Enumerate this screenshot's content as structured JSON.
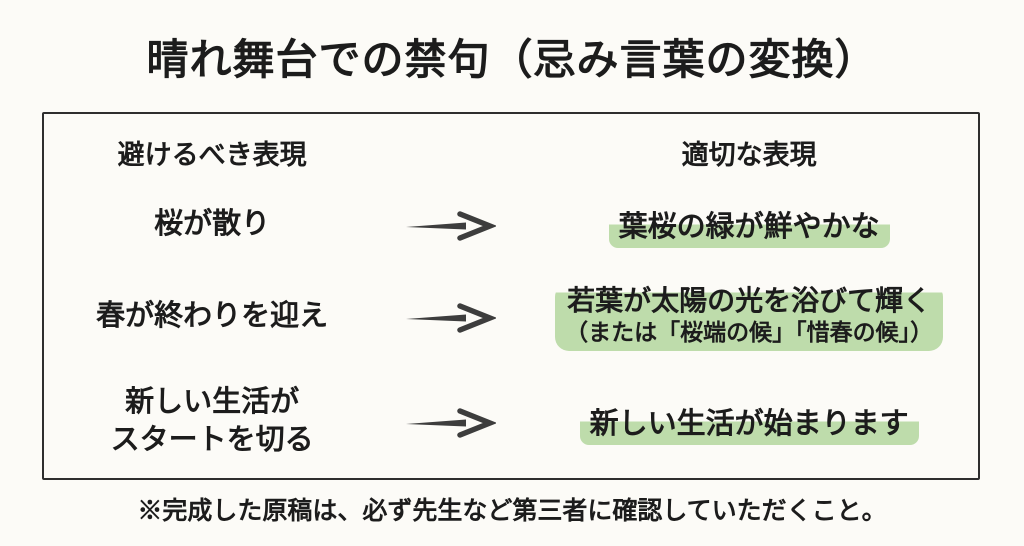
{
  "title": "晴れ舞台での禁句（忌み言葉の変換）",
  "table": {
    "headers": {
      "avoid": "避けるべき表現",
      "appropriate": "適切な表現"
    },
    "rows": [
      {
        "avoid": "桜が散り",
        "appropriate": "葉桜の緑が鮮やかな"
      },
      {
        "avoid": "春が終わりを迎え",
        "appropriate": "若葉が太陽の光を浴びて輝く",
        "note": "（または「桜端の候」「惜春の候」）"
      },
      {
        "avoid": "新しい生活が\nスタートを切る",
        "appropriate": "新しい生活が始まります"
      }
    ]
  },
  "footer_note": "※完成した原稿は、必ず先生など第三者に確認していただくこと。",
  "icons": {
    "arrow_right": "→"
  },
  "colors": {
    "highlight_green": "#bedcab",
    "text": "#1c1c1c",
    "arrow": "#3d3d3d",
    "background": "#fcfbf7",
    "border": "#2e2e2e"
  }
}
